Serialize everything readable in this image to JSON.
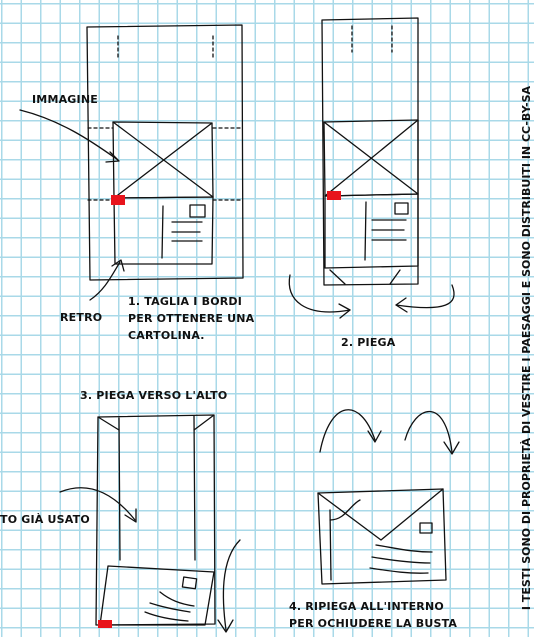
{
  "labels": {
    "immagine": "IMMAGINE",
    "retro": "RETRO",
    "step1": "1. TAGLIA I BORDI\nPER OTTENERE UNA\nCARTOLINA.",
    "step2": "2. PIEGA",
    "step3": "3. PIEGA VERSO L'ALTO",
    "used": "TO GIÀ USATO",
    "step4": "4. RIPIEGA ALL'INTERNO\nPER OCHIUDERE LA BUSTA"
  },
  "side_note": "I TESTI SONO DI PROPRIETÀ DI VESTIRE I PAESAGGI E SONO DISTRIBUITI IN CC-BY-SA",
  "colors": {
    "ink": "#111111",
    "accent_red": "#e8141c",
    "grid": "#a9d9e8"
  }
}
